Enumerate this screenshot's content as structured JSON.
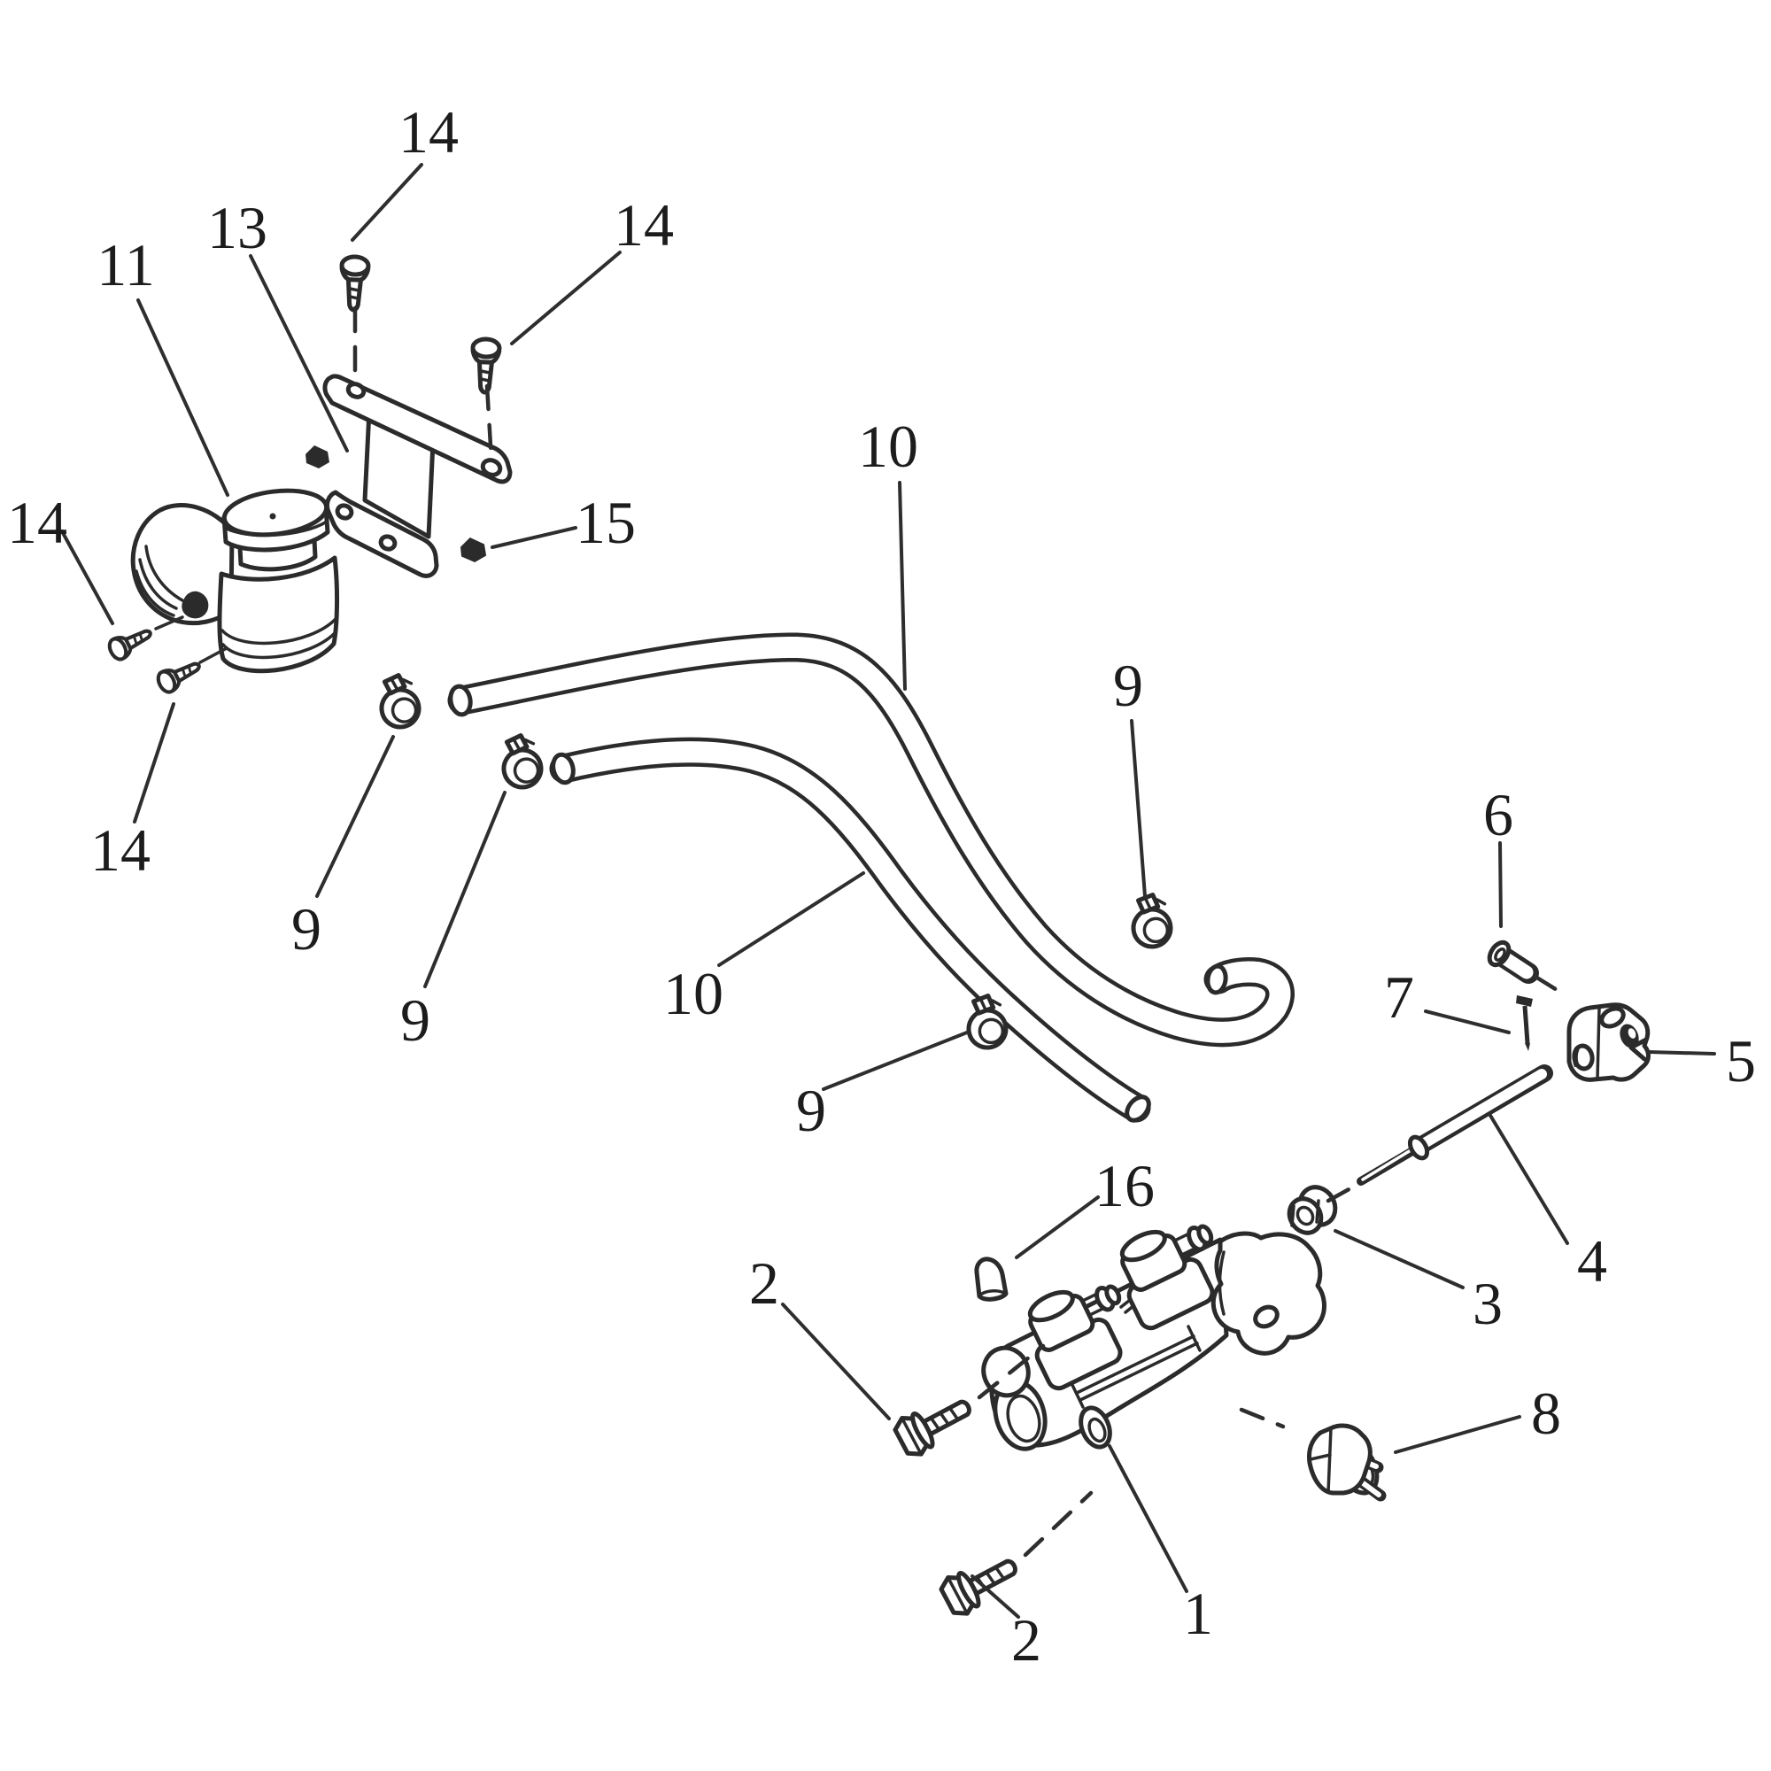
{
  "canvas": {
    "background": "#ffffff",
    "line_color": "#2b2b2b",
    "label_color": "#1c1c1c"
  },
  "diagram": {
    "type": "exploded-parts-diagram",
    "callouts": [
      {
        "label": "14"
      },
      {
        "label": "13"
      },
      {
        "label": "11"
      },
      {
        "label": "14"
      },
      {
        "label": "14"
      },
      {
        "label": "15"
      },
      {
        "label": "14"
      },
      {
        "label": "9"
      },
      {
        "label": "9"
      },
      {
        "label": "10"
      },
      {
        "label": "10"
      },
      {
        "label": "9"
      },
      {
        "label": "9"
      },
      {
        "label": "6"
      },
      {
        "label": "7"
      },
      {
        "label": "5"
      },
      {
        "label": "4"
      },
      {
        "label": "3"
      },
      {
        "label": "16"
      },
      {
        "label": "8"
      },
      {
        "label": "2"
      },
      {
        "label": "2"
      },
      {
        "label": "1"
      }
    ]
  }
}
